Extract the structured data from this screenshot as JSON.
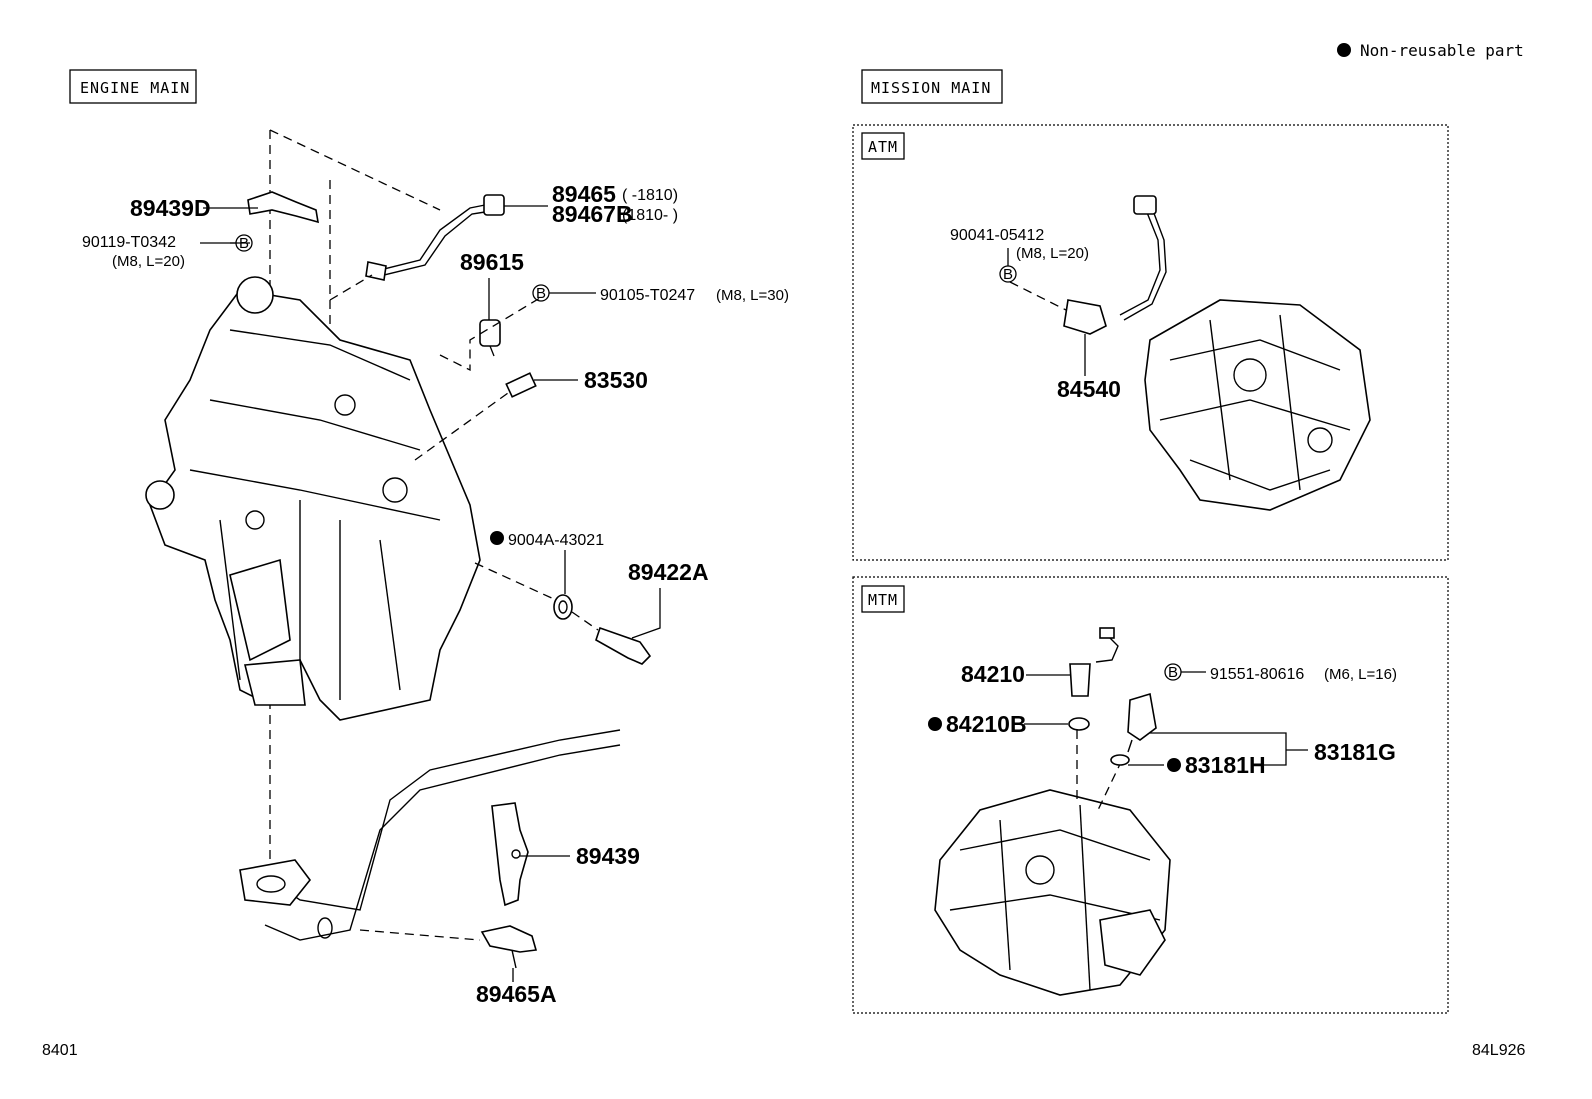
{
  "legend": {
    "text": "Non-reusable part"
  },
  "sections": {
    "engine_main": "ENGINE MAIN",
    "mission_main": "MISSION MAIN",
    "atm": "ATM",
    "mtm": "MTM"
  },
  "engine": {
    "p89439D": "89439D",
    "p90119": "90119-T0342",
    "p90119_spec": "(M8, L=20)",
    "p89465": "89465",
    "p89465_range": "(     -1810)",
    "p89467B": "89467B",
    "p89467B_range": "(1810-     )",
    "p89615": "89615",
    "p90105": "90105-T0247",
    "p90105_spec": "(M8, L=30)",
    "p83530": "83530",
    "p9004A": "9004A-43021",
    "p89422A": "89422A",
    "p89439": "89439",
    "p89465A": "89465A"
  },
  "atm": {
    "p90041": "90041-05412",
    "p90041_spec": "(M8, L=20)",
    "p84540": "84540"
  },
  "mtm": {
    "p84210": "84210",
    "p84210B": "84210B",
    "p91551": "91551-80616",
    "p91551_spec": "(M6, L=16)",
    "p83181G": "83181G",
    "p83181H": "83181H"
  },
  "bolt_marker": "B",
  "footer": {
    "left": "8401",
    "right": "84L926"
  }
}
